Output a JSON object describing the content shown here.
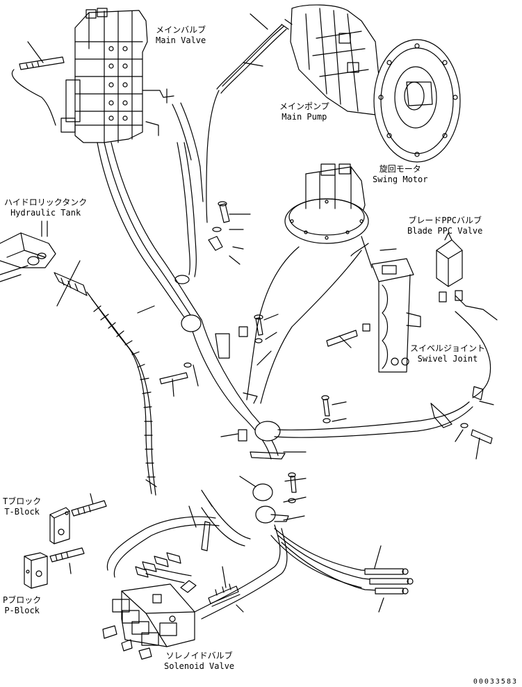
{
  "labels": {
    "main_valve": {
      "ja": "メインバルブ",
      "en": "Main Valve"
    },
    "main_pump": {
      "ja": "メインポンプ",
      "en": "Main Pump"
    },
    "swing_motor": {
      "ja": "旋回モータ",
      "en": "Swing Motor"
    },
    "hydraulic_tank": {
      "ja": "ハイドロリックタンク",
      "en": "Hydraulic Tank"
    },
    "blade_ppc_valve": {
      "ja": "ブレードPPCバルブ",
      "en": "Blade PPC Valve"
    },
    "swivel_joint": {
      "ja": "スイベルジョイント",
      "en": "Swivel Joint"
    },
    "t_block": {
      "ja": "Tブロック",
      "en": "T-Block"
    },
    "p_block": {
      "ja": "Pブロック",
      "en": "P-Block"
    },
    "solenoid_valve": {
      "ja": "ソレノイドバルブ",
      "en": "Solenoid Valve"
    }
  },
  "drawing_code": "00033583"
}
